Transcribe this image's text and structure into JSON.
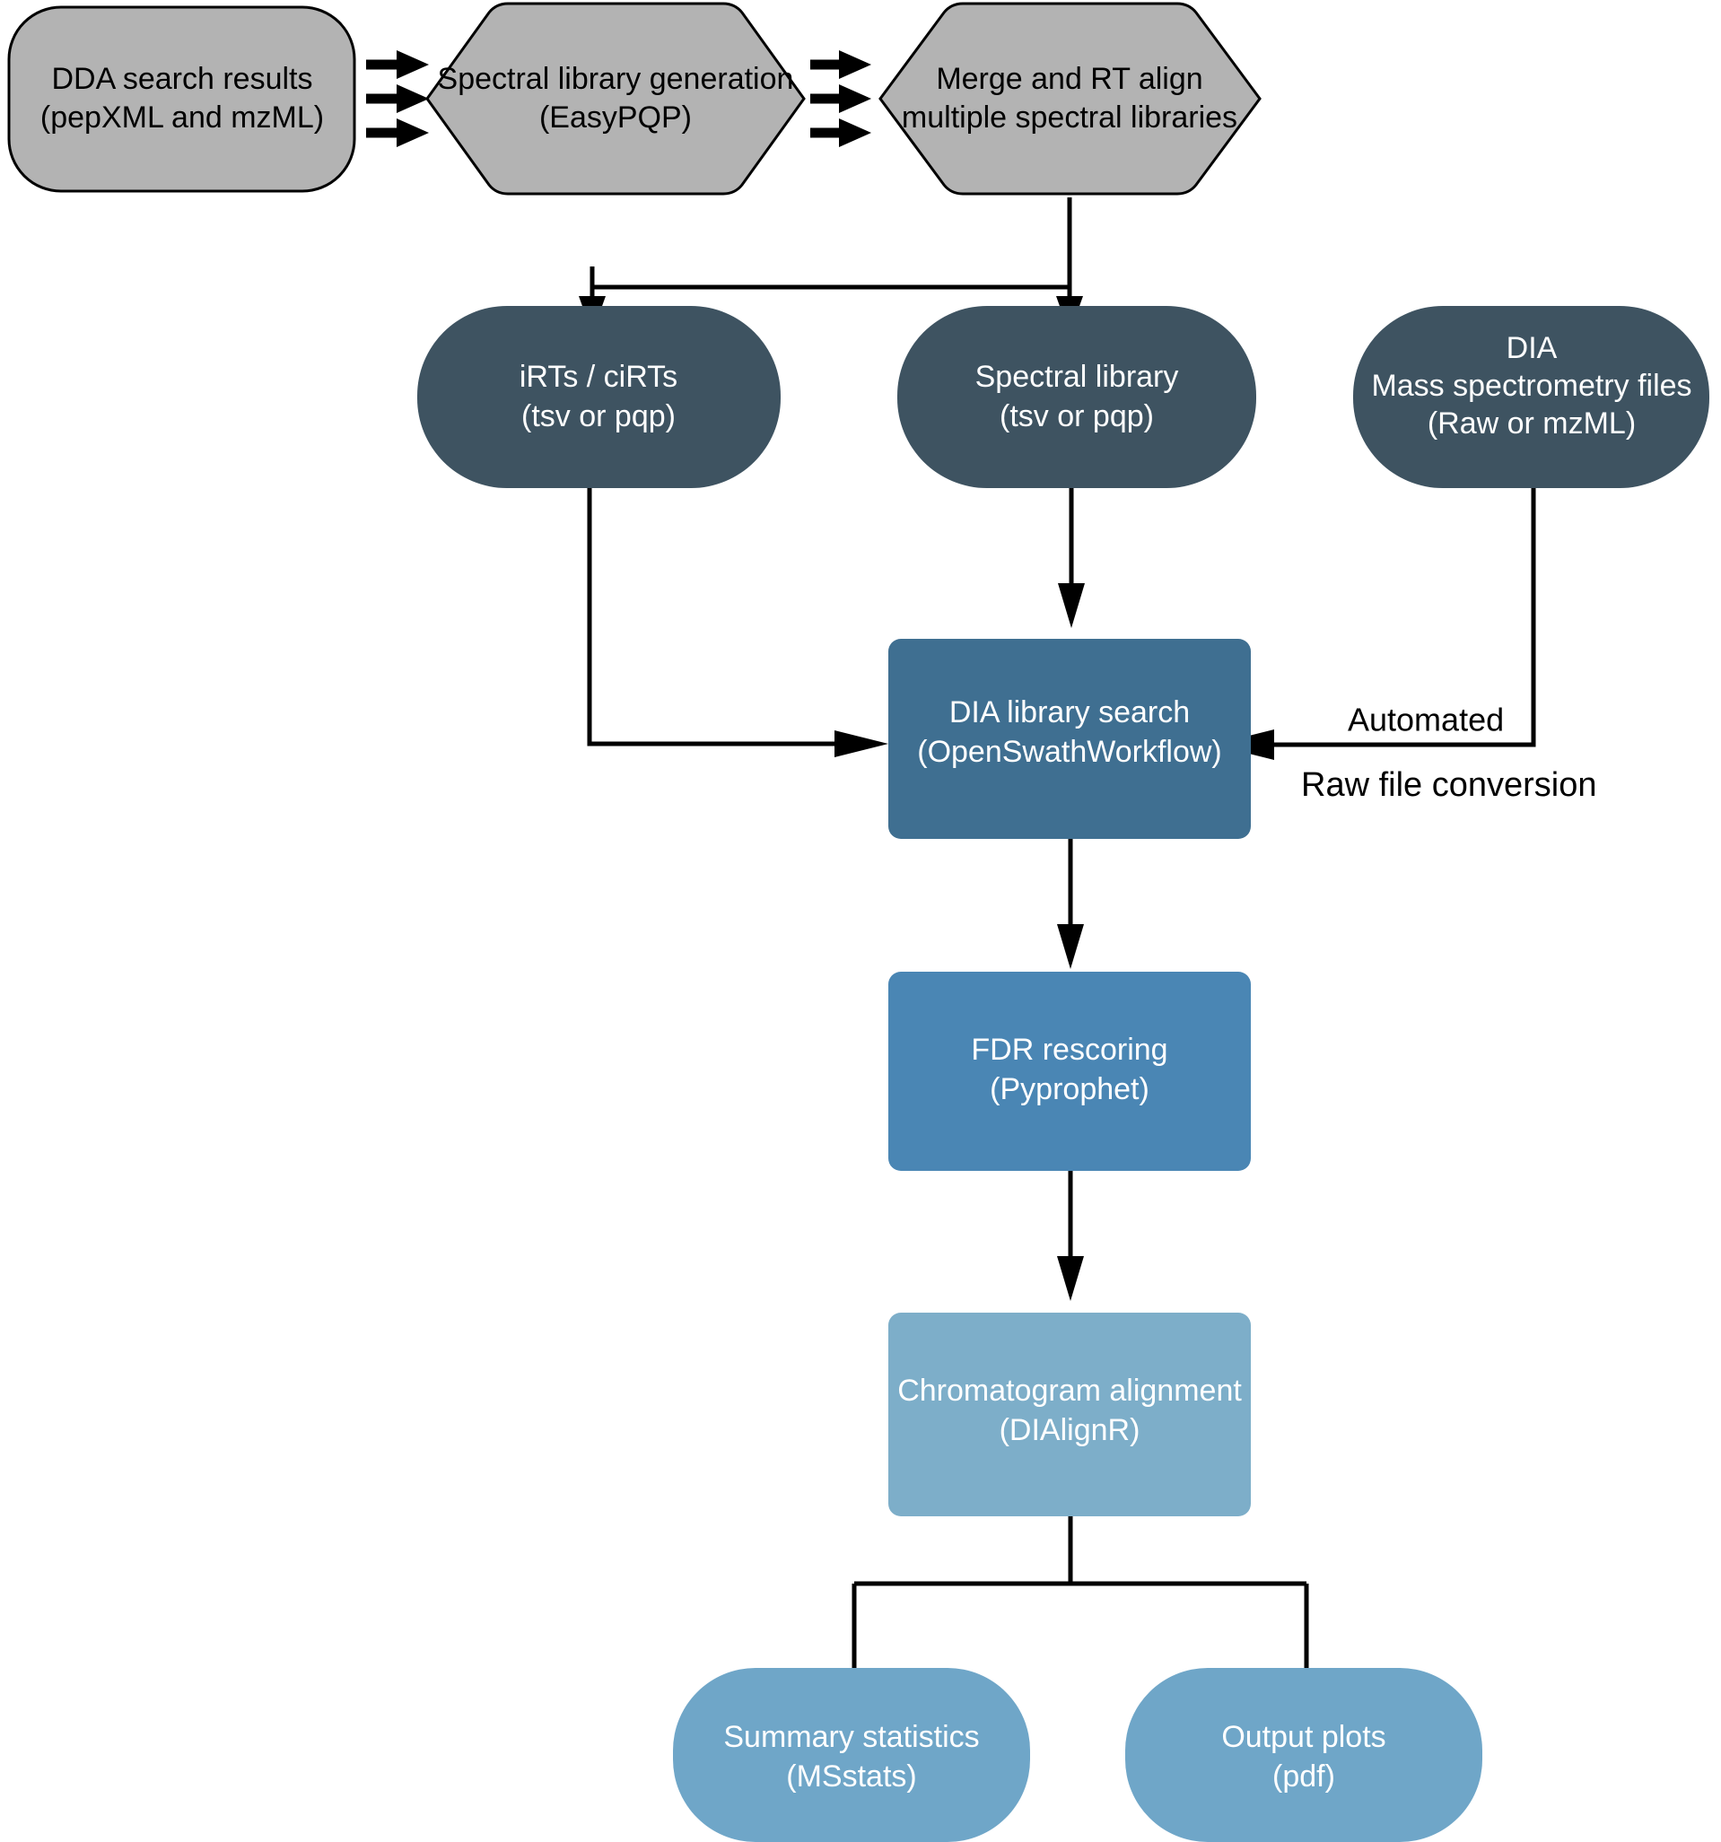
{
  "diagram": {
    "title": "DIA proteomics analysis workflow",
    "background": "#ffffff",
    "palette": {
      "gray": "#b3b3b3",
      "slate": "#3e5361",
      "blue_dark": "#3f6f91",
      "blue_mid": "#4a86b4",
      "blue_light": "#7daec9",
      "blue_output": "#6fa6c8",
      "connector": "#000000"
    },
    "nodes": [
      {
        "id": "dda-search-results",
        "shape": "rounded-rect",
        "fill": "#b3b3b3",
        "text_color": "#000000",
        "lines": [
          "DDA search results",
          "(pepXML and mzML)"
        ]
      },
      {
        "id": "spectral-library-generation",
        "shape": "hexagon",
        "fill": "#b3b3b3",
        "text_color": "#000000",
        "lines": [
          "Spectral library generation",
          "(EasyPQP)"
        ]
      },
      {
        "id": "merge-rt-align",
        "shape": "hexagon",
        "fill": "#b3b3b3",
        "text_color": "#000000",
        "lines": [
          "Merge and RT align",
          "multiple spectral libraries"
        ]
      },
      {
        "id": "irts-cirts",
        "shape": "pill",
        "fill": "#3e5361",
        "text_color": "#ffffff",
        "lines": [
          "iRTs / ciRTs",
          "(tsv or pqp)"
        ]
      },
      {
        "id": "spectral-library",
        "shape": "pill",
        "fill": "#3e5361",
        "text_color": "#ffffff",
        "lines": [
          "Spectral library",
          "(tsv or pqp)"
        ]
      },
      {
        "id": "dia-mass-spectrometry-files",
        "shape": "pill",
        "fill": "#3e5361",
        "text_color": "#ffffff",
        "lines": [
          "DIA",
          "Mass spectrometry files",
          "(Raw or mzML)"
        ]
      },
      {
        "id": "dia-library-search",
        "shape": "rounded-rect",
        "fill": "#3f6f91",
        "text_color": "#ffffff",
        "lines": [
          "DIA library search",
          "(OpenSwathWorkflow)"
        ]
      },
      {
        "id": "fdr-rescoring",
        "shape": "rounded-rect",
        "fill": "#4a86b4",
        "text_color": "#ffffff",
        "lines": [
          "FDR rescoring",
          "(Pyprophet)"
        ]
      },
      {
        "id": "chromatogram-alignment",
        "shape": "rounded-rect",
        "fill": "#7daec9",
        "text_color": "#ffffff",
        "lines": [
          "Chromatogram alignment",
          "(DIAlignR)"
        ]
      },
      {
        "id": "summary-statistics",
        "shape": "pill",
        "fill": "#6fa6c8",
        "text_color": "#ffffff",
        "lines": [
          "Summary statistics",
          "(MSstats)"
        ]
      },
      {
        "id": "output-plots",
        "shape": "pill",
        "fill": "#6fa6c8",
        "text_color": "#ffffff",
        "lines": [
          "Output plots",
          "(pdf)"
        ]
      }
    ],
    "edge_labels": [
      {
        "id": "automated",
        "text": "Automated"
      },
      {
        "id": "raw-file-conversion",
        "text": "Raw file conversion"
      }
    ],
    "edges": [
      {
        "from": "dda-search-results",
        "to": "spectral-library-generation",
        "style": "triple-arrow"
      },
      {
        "from": "spectral-library-generation",
        "to": "merge-rt-align",
        "style": "triple-arrow"
      },
      {
        "from": "merge-rt-align",
        "to": "irts-cirts",
        "style": "elbow-arrow"
      },
      {
        "from": "merge-rt-align",
        "to": "spectral-library",
        "style": "straight-arrow"
      },
      {
        "from": "irts-cirts",
        "to": "dia-library-search",
        "style": "elbow-arrow"
      },
      {
        "from": "spectral-library",
        "to": "dia-library-search",
        "style": "straight-arrow"
      },
      {
        "from": "dia-mass-spectrometry-files",
        "to": "dia-library-search",
        "style": "elbow-arrow",
        "label": "automated"
      },
      {
        "from": "dia-library-search",
        "to": "fdr-rescoring",
        "style": "straight-arrow"
      },
      {
        "from": "fdr-rescoring",
        "to": "chromatogram-alignment",
        "style": "straight-arrow"
      },
      {
        "from": "chromatogram-alignment",
        "to": "summary-statistics",
        "style": "elbow-plain"
      },
      {
        "from": "chromatogram-alignment",
        "to": "output-plots",
        "style": "elbow-plain"
      }
    ]
  }
}
